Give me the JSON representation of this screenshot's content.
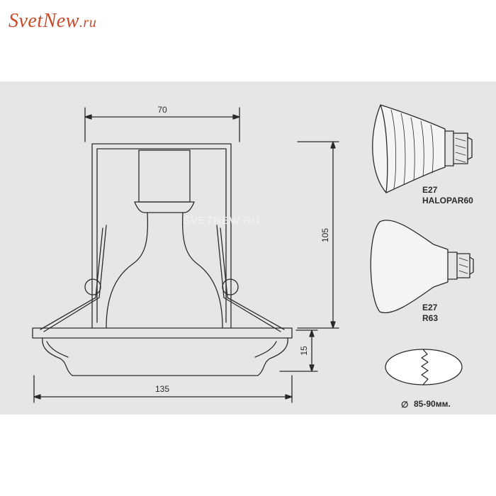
{
  "logo": {
    "main": "SvetNew",
    "suffix": ".ru"
  },
  "watermark": "SVETNEW.RU",
  "dimensions": {
    "top_width": "70",
    "height": "105",
    "bottom_width": "135",
    "flange_height": "15"
  },
  "lamps": [
    {
      "socket": "E27",
      "model": "HALOPAR60",
      "icon": "halopar-lamp-icon"
    },
    {
      "socket": "E27",
      "model": "R63",
      "icon": "reflector-lamp-icon"
    }
  ],
  "cutout": {
    "symbol": "∅",
    "text": "85-90мм."
  },
  "colors": {
    "logo": "#c74a2a",
    "panel": "#e6e6e6",
    "line": "#2a2a2a"
  }
}
